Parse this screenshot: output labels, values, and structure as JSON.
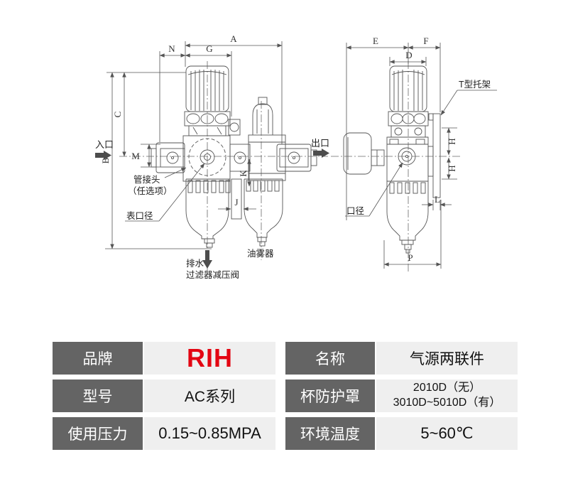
{
  "colors": {
    "header_bg": "#646464",
    "value_bg": "#efefef",
    "brand_red": "#e30613"
  },
  "drawing": {
    "front": {
      "dims": {
        "A": "A",
        "N": "N",
        "G": "G",
        "C": "C",
        "B": "B",
        "M": "M",
        "K": "K",
        "J": "J"
      },
      "labels": {
        "inlet": "入口",
        "outlet": "出口",
        "fitting_line1": "管接头",
        "fitting_line2": "（任选项）",
        "gauge_port": "表口径",
        "drain": "排水",
        "filter_regulator": "过滤器减压阀",
        "lubricator": "油雾器"
      }
    },
    "side": {
      "dims": {
        "E": "E",
        "F": "F",
        "D": "D",
        "H_upper": "H",
        "H_lower": "H",
        "L": "L",
        "P": "P"
      },
      "labels": {
        "bracket": "T型托架",
        "port": "口径"
      }
    }
  },
  "table": {
    "rows": [
      {
        "label_left": "品牌",
        "value_left": "RIH",
        "label_right": "名称",
        "value_right": "气源两联件"
      },
      {
        "label_left": "型号",
        "value_left": "AC系列",
        "label_right": "杯防护罩",
        "value_right_line1": "2010D（无）",
        "value_right_line2": "3010D~5010D（有）"
      },
      {
        "label_left": "使用压力",
        "value_left": "0.15~0.85MPA",
        "label_right": "环境温度",
        "value_right": "5~60℃"
      }
    ]
  }
}
